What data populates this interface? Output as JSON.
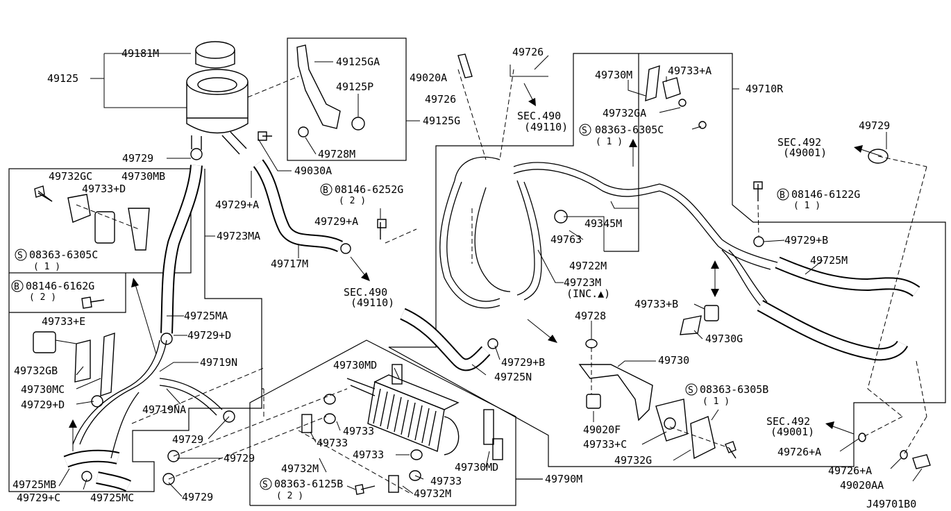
{
  "diagram": {
    "id_code": "J49701B0",
    "labels": {
      "p49181M": "49181M",
      "p49125": "49125",
      "p49125GA": "49125GA",
      "p49125P": "49125P",
      "p49125G": "49125G",
      "p49728M": "49728M",
      "p49030A": "49030A",
      "p49729_top": "49729",
      "p49732GC": "49732GC",
      "p49730MB": "49730MB",
      "p49733D": "49733+D",
      "s_08363_6305C_left": "08363-6305C",
      "s_qty1_left": "( 1 )",
      "p49723MA": "49723MA",
      "p49729A": "49729+A",
      "b_08146_6252G": "08146-6252G",
      "b_qty2_6252": "( 2 )",
      "p49729A_2": "49729+A",
      "p49717M": "49717M",
      "sec490_left": "SEC.490",
      "sec490_left_sub": "(49110)",
      "b_08146_6162G": "08146-6162G",
      "b_qty2_6162": "( 2 )",
      "p49733E": "49733+E",
      "p49725MA": "49725MA",
      "p49729D_upper": "49729+D",
      "p49732GB": "49732GB",
      "p49730MC": "49730MC",
      "p49719N": "49719N",
      "p49729D_lower": "49729+D",
      "p49719NA": "49719NA",
      "p49729_mid": "49729",
      "p49729_low1": "49729",
      "p49729_low2": "49729",
      "p49725MB": "49725MB",
      "p49729C": "49729+C",
      "p49725MC": "49725MC",
      "p49020A": "49020A",
      "p49726_top": "49726",
      "p49726_side": "49726",
      "sec490_mid": "SEC.490",
      "sec490_mid_sub": "(49110)",
      "p49730M": "49730M",
      "p49733A": "49733+A",
      "p49732GA": "49732GA",
      "s_08363_6305C_right": "08363-6305C",
      "s_qty1_right": "( 1 )",
      "p49710R": "49710R",
      "p49729_right": "49729",
      "sec492_top": "SEC.492",
      "sec492_top_sub": "(49001)",
      "b_08146_6122G": "08146-6122G",
      "b_qty1_6122": "( 1 )",
      "p49345M": "49345M",
      "p49763": "49763",
      "p49722M": "49722M",
      "p49729B_right": "49729+B",
      "p49725M": "49725M",
      "p49723M": "49723M",
      "p49723M_inc": "(INC.▲)",
      "p49733B": "49733+B",
      "p49730G": "49730G",
      "p49728": "49728",
      "p49729B_mid": "49729+B",
      "p49725N": "49725N",
      "p49730": "49730",
      "s_08363_6305B": "08363-6305B",
      "s_qty1_6305B": "( 1 )",
      "p49020F": "49020F",
      "p49733C": "49733+C",
      "p49732G": "49732G",
      "sec492_bot": "SEC.492",
      "sec492_bot_sub": "(49001)",
      "p49726A_1": "49726+A",
      "p49726A_2": "49726+A",
      "p49020AA": "49020AA",
      "p49730MD_top": "49730MD",
      "p49733_1": "49733",
      "p49733_2": "49733",
      "p49733_3": "49733",
      "p49733_4": "49733",
      "p49732M_1": "49732M",
      "p49732M_2": "49732M",
      "p49730MD_bot": "49730MD",
      "s_08363_6125B": "08363-6125B",
      "s_qty2_6125B": "( 2 )",
      "p49790M": "49790M"
    }
  }
}
